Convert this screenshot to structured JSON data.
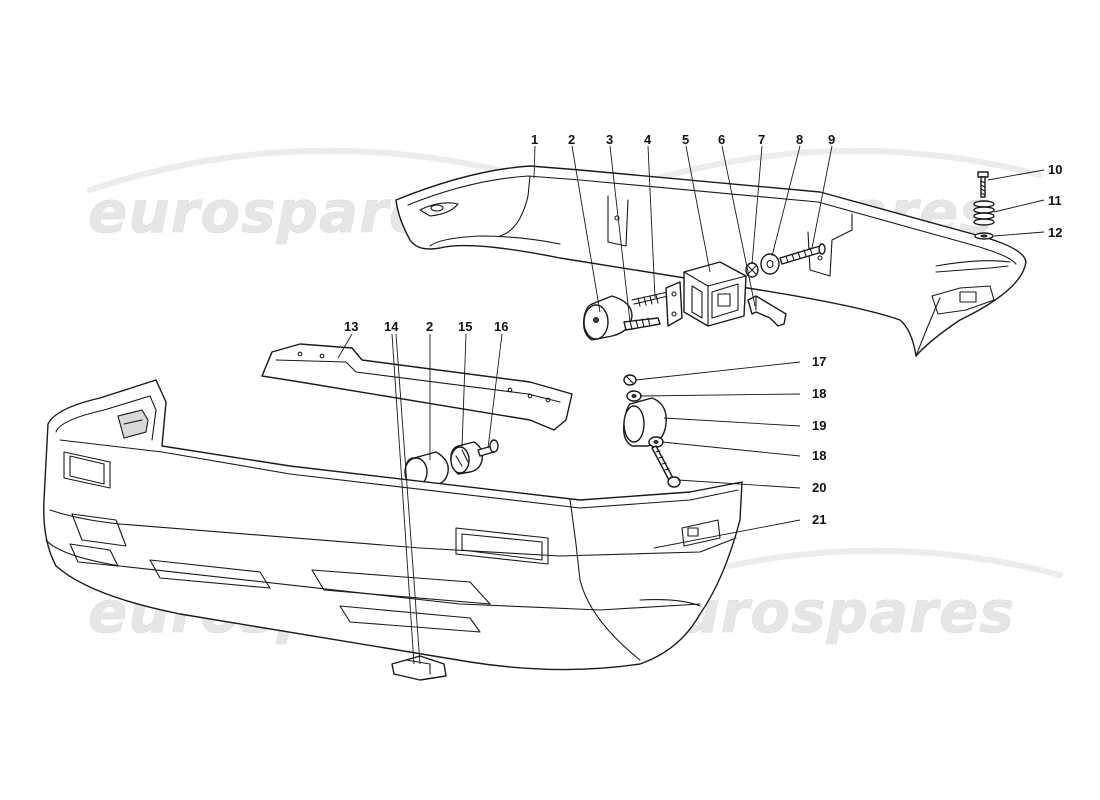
{
  "watermark": {
    "text": "eurospares"
  },
  "colors": {
    "line": "#1a1a1a",
    "watermark": "#e6e6e6",
    "background": "#ffffff"
  },
  "callouts": [
    {
      "id": "c1",
      "label": "1"
    },
    {
      "id": "c2",
      "label": "2"
    },
    {
      "id": "c3",
      "label": "3"
    },
    {
      "id": "c4",
      "label": "4"
    },
    {
      "id": "c5",
      "label": "5"
    },
    {
      "id": "c6",
      "label": "6"
    },
    {
      "id": "c7",
      "label": "7"
    },
    {
      "id": "c8",
      "label": "8"
    },
    {
      "id": "c9",
      "label": "9"
    },
    {
      "id": "c10",
      "label": "10"
    },
    {
      "id": "c11",
      "label": "11"
    },
    {
      "id": "c12",
      "label": "12"
    },
    {
      "id": "c13",
      "label": "13"
    },
    {
      "id": "c14",
      "label": "14"
    },
    {
      "id": "c2b",
      "label": "2"
    },
    {
      "id": "c15",
      "label": "15"
    },
    {
      "id": "c16",
      "label": "16"
    },
    {
      "id": "c17",
      "label": "17"
    },
    {
      "id": "c18",
      "label": "18"
    },
    {
      "id": "c19",
      "label": "19"
    },
    {
      "id": "c18b",
      "label": "18"
    },
    {
      "id": "c20",
      "label": "20"
    },
    {
      "id": "c21",
      "label": "21"
    }
  ]
}
